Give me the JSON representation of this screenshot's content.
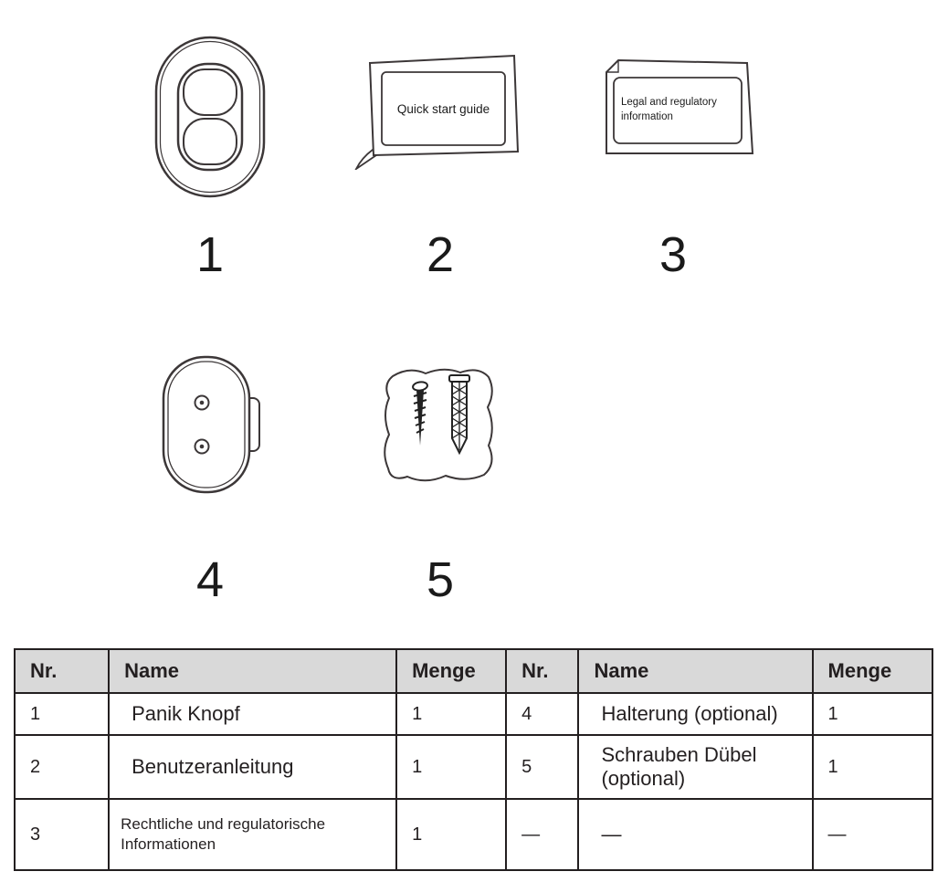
{
  "colors": {
    "background": "#ffffff",
    "line": "#231f20",
    "table_header_bg": "#d9d9d9"
  },
  "items": [
    {
      "number": "1",
      "icon": "panic-button-illustration"
    },
    {
      "number": "2",
      "icon": "quick-start-guide-illustration",
      "card_text": "Quick start guide"
    },
    {
      "number": "3",
      "icon": "legal-information-illustration",
      "card_text": "Legal and regulatory information"
    },
    {
      "number": "4",
      "icon": "mounting-bracket-illustration"
    },
    {
      "number": "5",
      "icon": "screws-anchors-bag-illustration"
    }
  ],
  "table": {
    "headers": [
      "Nr.",
      "Name",
      "Menge",
      "Nr.",
      "Name",
      "Menge"
    ],
    "rows": [
      [
        "1",
        "Panik Knopf",
        "1",
        "4",
        "Halterung (optional)",
        "1"
      ],
      [
        "2",
        "Benutzeranleitung",
        "1",
        "5",
        "Schrauben Dübel (optional)",
        "1"
      ],
      [
        "3",
        "Rechtliche und regulatorische Informationen",
        "1",
        "—",
        "—",
        "—"
      ]
    ]
  }
}
